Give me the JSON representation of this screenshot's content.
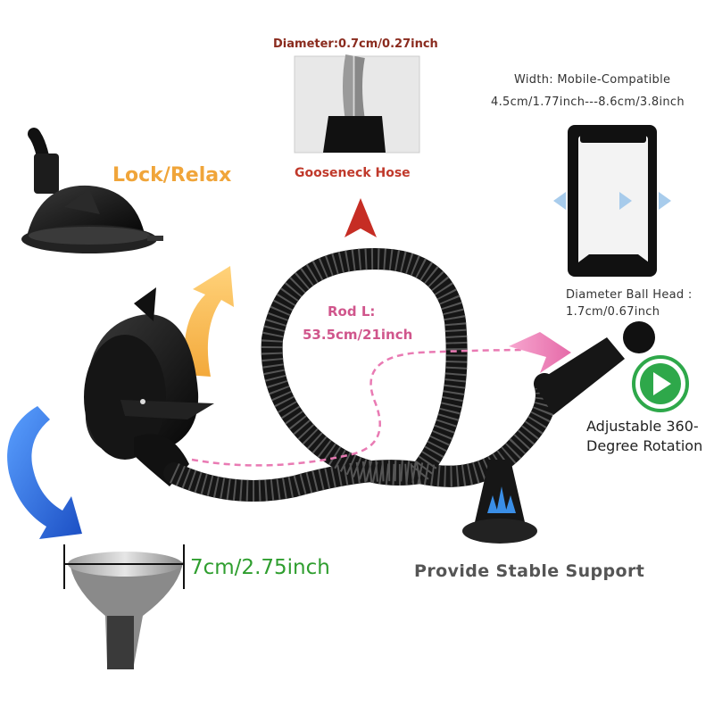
{
  "labels": {
    "gooseneck_diameter": "Diameter:0.7cm/0.27inch",
    "width_title": "Width: Mobile-Compatible",
    "width_range": "4.5cm/1.77inch---8.6cm/3.8inch",
    "lock_relax": "Lock/Relax",
    "gooseneck_hose": "Gooseneck Hose",
    "ball_head_title": "Diameter  Ball Head :",
    "ball_head_size": "1.7cm/0.67inch",
    "rod_length_title": "Rod L:",
    "rod_length_value": "53.5cm/21inch",
    "rotation_line1": "Adjustable 360-",
    "rotation_line2": "Degree Rotation",
    "suction_size": "7cm/2.75inch",
    "stable_support": "Provide Stable Support"
  },
  "colors": {
    "lock_relax": "#f0a53a",
    "gooseneck_hose": "#c0392b",
    "rod_length": "#d0568c",
    "suction_size": "#2f9e2f",
    "rotation_badge": "#2ea84a",
    "blue_arrow": "#1f5fd6",
    "product": "#1a1a1a"
  },
  "icons": [
    "lock-arrow-icon",
    "rotate-arrow-icon",
    "up-arrow-icon",
    "pink-arrow-icon",
    "play-icon",
    "squeeze-arrows-icon",
    "support-arrows-icon"
  ]
}
